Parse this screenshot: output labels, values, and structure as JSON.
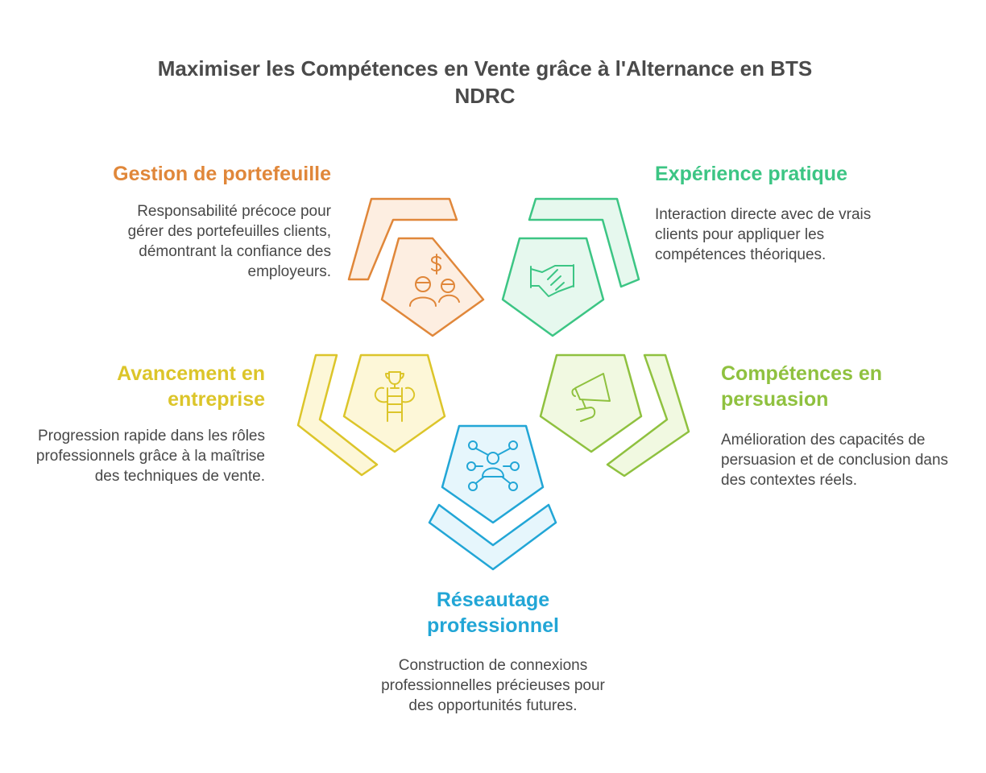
{
  "title": "Maximiser les Compétences en Vente grâce à l'Alternance en BTS NDRC",
  "colors": {
    "orange": "#e0873a",
    "green": "#3cc584",
    "yellow": "#dcc52a",
    "lime": "#8fc13f",
    "blue": "#22a6d6"
  },
  "sections": {
    "portefeuille": {
      "heading": "Gestion de portefeuille",
      "description": "Responsabilité précoce pour gérer des portefeuilles clients, démontrant la confiance des employeurs.",
      "icon": "money-people-icon"
    },
    "pratique": {
      "heading": "Expérience pratique",
      "description": "Interaction directe avec de vrais clients pour appliquer les compétences théoriques.",
      "icon": "handshake-icon"
    },
    "avancement": {
      "heading": "Avancement en entreprise",
      "description": "Progression rapide dans les rôles professionnels grâce à la maîtrise des techniques de vente.",
      "icon": "trophy-ladder-icon"
    },
    "persuasion": {
      "heading": "Compétences en persuasion",
      "description": "Amélioration des capacités de persuasion et de conclusion dans des contextes réels.",
      "icon": "megaphone-icon"
    },
    "reseautage": {
      "heading": "Réseautage professionnel",
      "description": "Construction de connexions professionnelles précieuses pour des opportunités futures.",
      "icon": "network-icon"
    }
  }
}
